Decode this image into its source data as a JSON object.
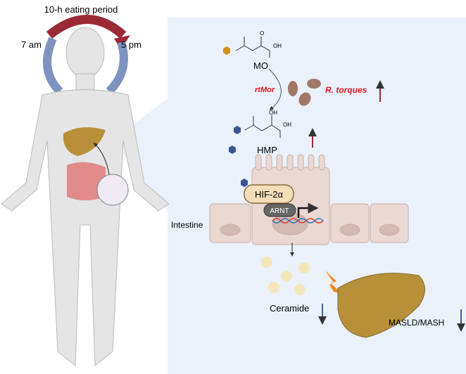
{
  "eating": {
    "title": "10-h eating period",
    "start": "7 am",
    "end": "5 pm"
  },
  "molecules": {
    "mo": "MO",
    "hmp": "HMP",
    "oh": "OH",
    "o": "O"
  },
  "enzyme": "rtMor",
  "bacteria": "R. torques",
  "proteins": {
    "hif": "HIF-2α",
    "arnt": "ARNT"
  },
  "tissue": "Intestine",
  "products": {
    "ceramide": "Ceramide",
    "disease": "MASLD/MASH"
  },
  "colors": {
    "panel": "#eaf1fa",
    "red": "#e8141c",
    "up_arrow": "#9b2a35",
    "down_arrow": "#4a5a9a",
    "liver": "#b8903a",
    "cell": "#ead8d3"
  }
}
